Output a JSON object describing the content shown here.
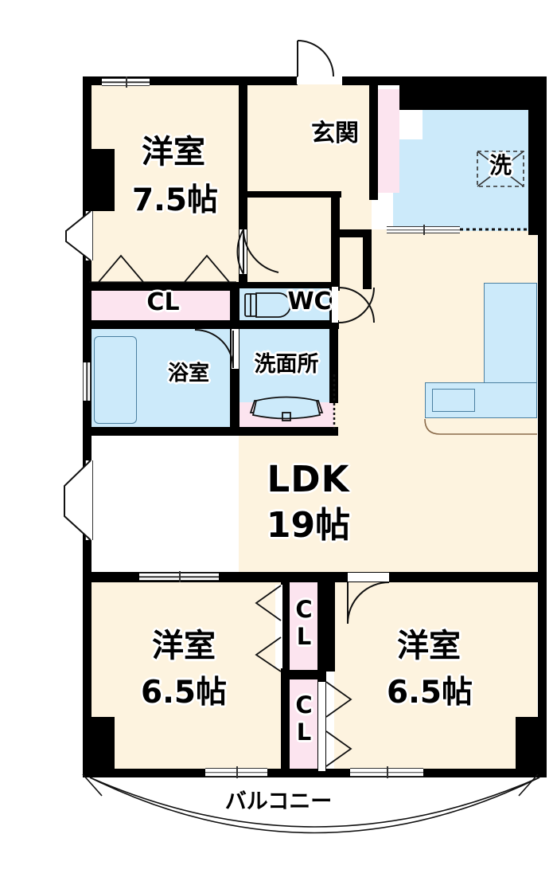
{
  "plan": {
    "type": "japanese-apartment-floor-plan",
    "layout_code": "3LDK",
    "colors": {
      "floor": "#FDF3DF",
      "wall": "#000000",
      "closet_pink": "#FCE4EF",
      "water_blue": "#CCEAFA",
      "outline": "#333333",
      "background": "#FFFFFF"
    },
    "rooms": [
      {
        "id": "bedroom_top_left",
        "name": "洋室",
        "size": "7.5帖",
        "floor_color": "#FDF3DF"
      },
      {
        "id": "bedroom_bottom_left",
        "name": "洋室",
        "size": "6.5帖",
        "floor_color": "#FDF3DF"
      },
      {
        "id": "bedroom_bottom_right",
        "name": "洋室",
        "size": "6.5帖",
        "floor_color": "#FDF3DF"
      },
      {
        "id": "living_dining_kitchen",
        "name": "LDK",
        "size": "19帖",
        "floor_color": "#FDF3DF"
      },
      {
        "id": "entrance",
        "name": "玄関",
        "size": "",
        "floor_color": "#FDF3DF"
      },
      {
        "id": "bathroom",
        "name": "浴室",
        "size": "",
        "floor_color": "#CCEAFA"
      },
      {
        "id": "washroom",
        "name": "洗面所",
        "size": "",
        "floor_color": "#CCEAFA"
      },
      {
        "id": "toilet",
        "name": "WC",
        "size": "",
        "floor_color": "#CCEAFA"
      },
      {
        "id": "balcony",
        "name": "バルコニー",
        "size": "",
        "floor_color": "#FFFFFF"
      }
    ],
    "labels": {
      "bedroom_tl_name": "洋室",
      "bedroom_tl_size": "7.5帖",
      "bedroom_bl_name": "洋室",
      "bedroom_bl_size": "6.5帖",
      "bedroom_br_name": "洋室",
      "bedroom_br_size": "6.5帖",
      "ldk_name": "LDK",
      "ldk_size": "19帖",
      "entrance": "玄関",
      "bathroom": "浴室",
      "washroom": "洗面所",
      "toilet": "WC",
      "balcony": "バルコニー",
      "closet_top": "CL",
      "closet_mid": "CL",
      "closet_low": "CL",
      "washer": "洗"
    },
    "fixtures": [
      {
        "id": "bathtub",
        "name": "bathtub",
        "room": "浴室"
      },
      {
        "id": "toilet-bowl",
        "name": "toilet-bowl",
        "room": "WC"
      },
      {
        "id": "vanity-sink",
        "name": "vanity-sink",
        "room": "洗面所"
      },
      {
        "id": "kitchen-counter",
        "name": "l-shaped-kitchen-counter",
        "room": "LDK"
      },
      {
        "id": "kitchen-sink",
        "name": "kitchen-sink",
        "room": "LDK"
      },
      {
        "id": "washer-space",
        "name": "washing-machine-space",
        "room": "洗面室"
      }
    ],
    "openings": {
      "bay_windows": 2,
      "entrance_door": 1,
      "interior_doors": 4,
      "sliding_closet_doors": 4,
      "balcony_windows": 3,
      "exterior_windows": 2
    }
  }
}
